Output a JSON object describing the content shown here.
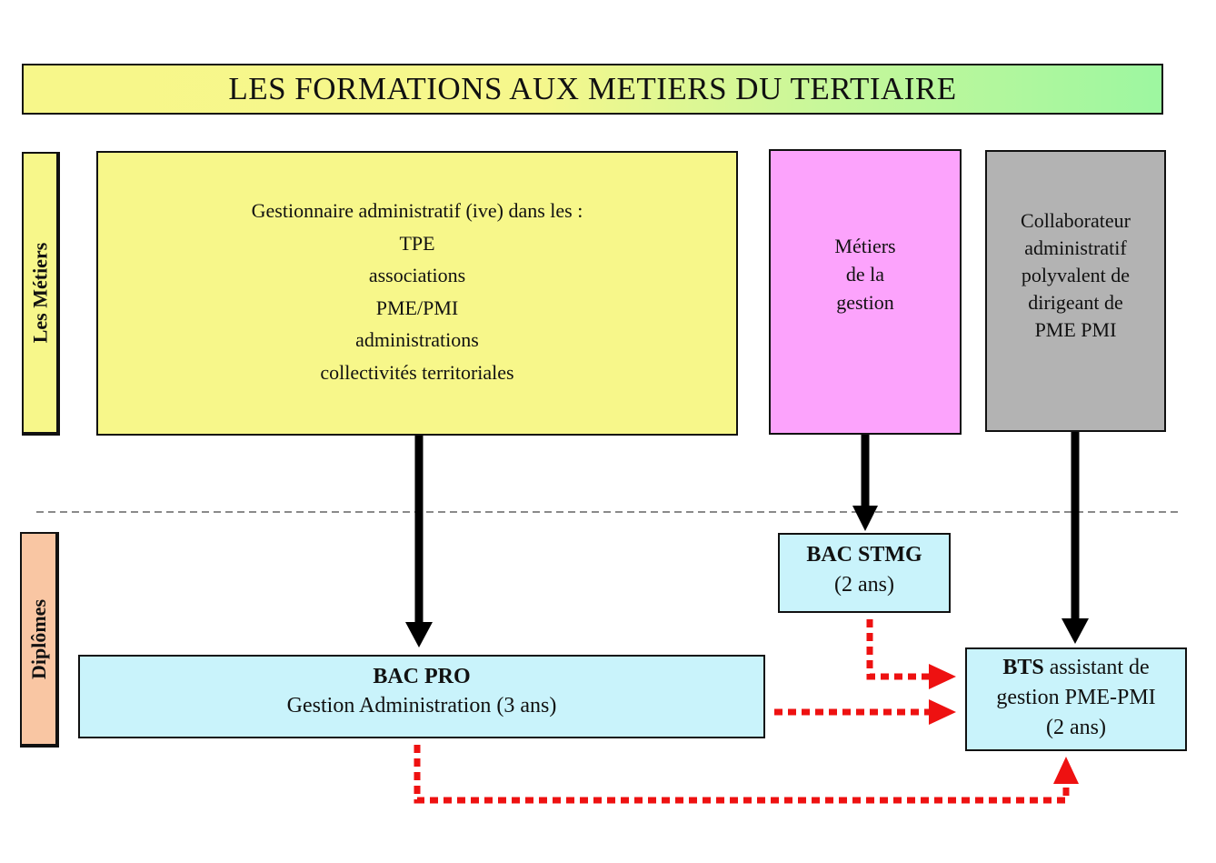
{
  "title": "LES FORMATIONS AUX METIERS DU TERTIAIRE",
  "sections": {
    "metiers": "Les Métiers",
    "diplomes": "Diplômes"
  },
  "jobs": {
    "gestionnaire": {
      "header": "Gestionnaire administratif (ive) dans les :",
      "items": [
        "TPE",
        "associations",
        "PME/PMI",
        "administrations",
        "collectivités territoriales"
      ]
    },
    "metiers_gestion": {
      "lines": [
        "Métiers",
        "de la",
        "gestion"
      ]
    },
    "collaborateur": {
      "lines": [
        "Collaborateur",
        "administratif",
        "polyvalent de",
        "dirigeant de",
        "PME PMI"
      ]
    }
  },
  "diplomas": {
    "bac_stmg": {
      "name": "BAC STMG",
      "duration": "(2 ans)"
    },
    "bac_pro": {
      "name": "BAC PRO",
      "subtitle": "Gestion Administration (3 ans)"
    },
    "bts": {
      "name": "BTS",
      "rest1": " assistant de",
      "line2": "gestion PME-PMI",
      "duration": "(2 ans)"
    }
  },
  "colors": {
    "title_start": "#f7f78a",
    "title_end": "#9df7a0",
    "metiers_yellow": "#f7f78a",
    "metiers_pink": "#fca3fc",
    "metiers_grey": "#b3b3b3",
    "diploma_blue": "#c9f3fb",
    "diplomes_label": "#f9c6a3",
    "arrow_black": "#000000",
    "arrow_red": "#ee1111"
  }
}
